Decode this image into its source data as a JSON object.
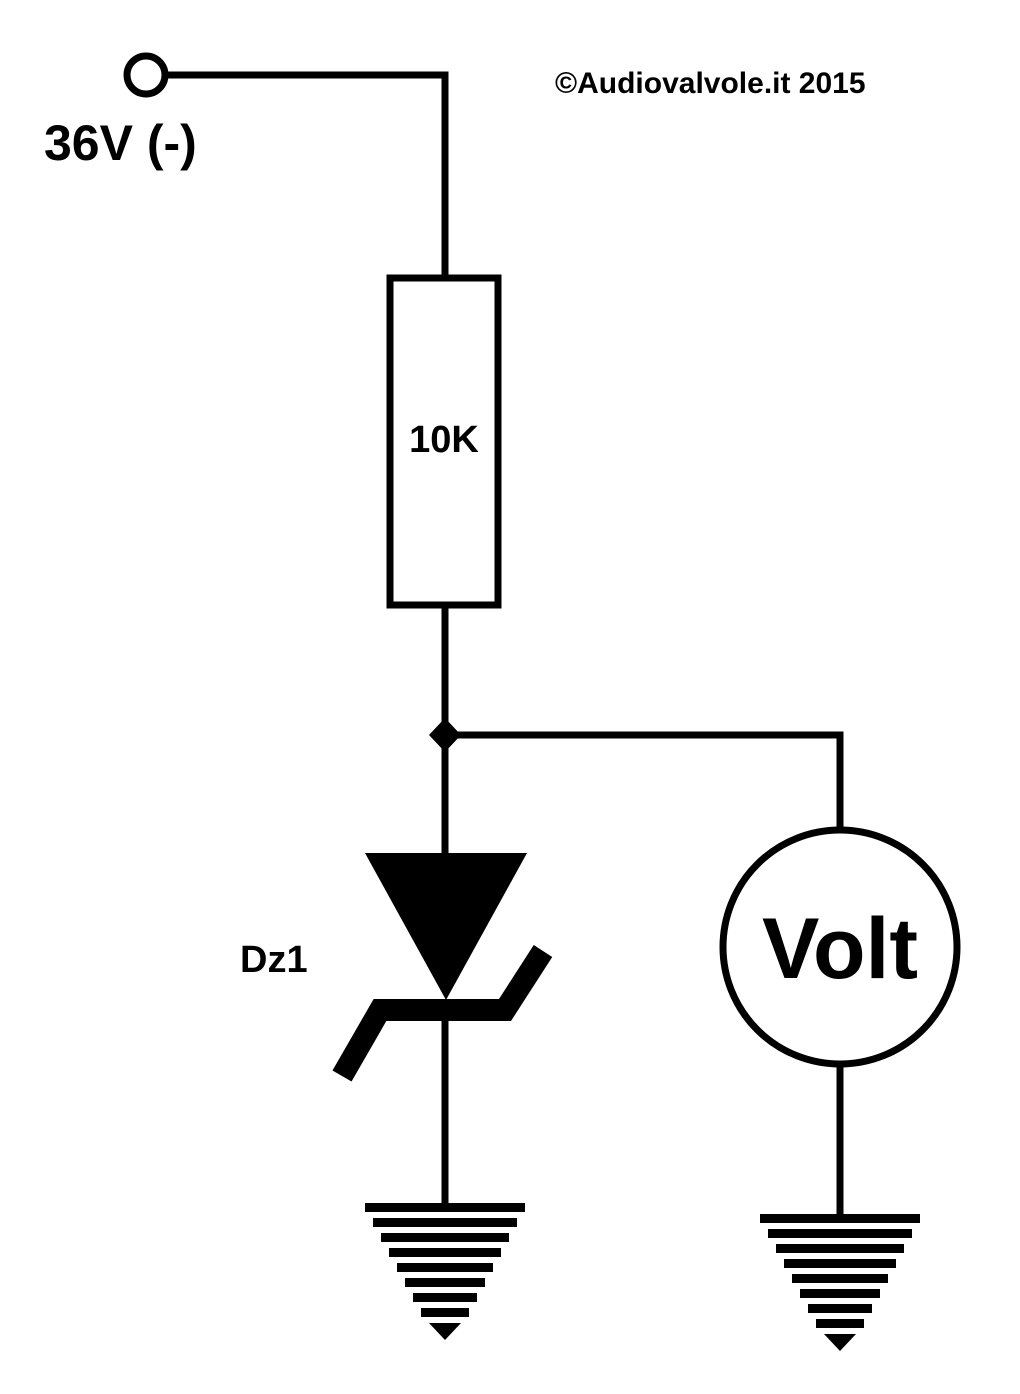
{
  "copyright": "©Audiovalvole.it 2015",
  "supply": {
    "label": "36V (-)"
  },
  "resistor": {
    "value": "10K"
  },
  "zener": {
    "designator": "Dz1"
  },
  "meter": {
    "label": "Volt"
  },
  "colors": {
    "ink": "#000000",
    "background": "#ffffff"
  }
}
